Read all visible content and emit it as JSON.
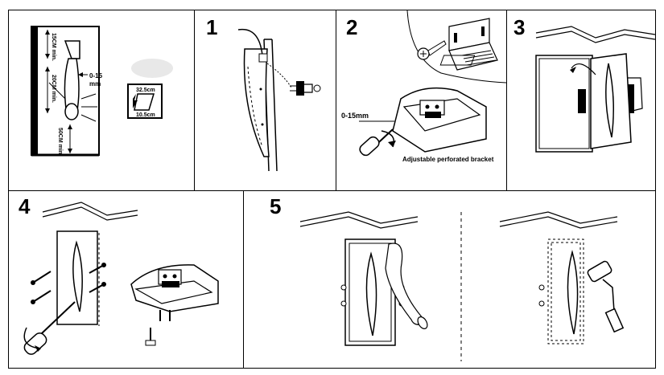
{
  "steps": {
    "s1": "1",
    "s2": "2",
    "s3": "3",
    "s4": "4",
    "s5": "5"
  },
  "intro": {
    "dim_top": "15CM min.",
    "dim_mid": "20CM min.",
    "dim_gap": "0-15",
    "dim_gap_unit": "mm",
    "dim_bottom": "50CM min.",
    "box_w": "32.5cm",
    "box_d": "10.5cm"
  },
  "step2": {
    "gap": "0-15mm",
    "bracket_label": "Adjustable perforated bracket"
  }
}
